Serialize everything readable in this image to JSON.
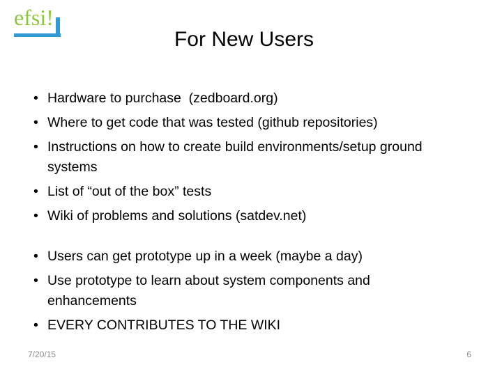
{
  "colors": {
    "logo_green": "#8DC63F",
    "logo_blue": "#2E9BD6",
    "text_color": "#000000",
    "footer_gray": "#8c8c8c",
    "bg": "#ffffff"
  },
  "slide": {
    "logo": {
      "text": "efsi!"
    },
    "title": "For New Users",
    "bullets_group1": [
      "Hardware to purchase  (zedboard.org)",
      "Where to get code that was tested (github repositories)",
      "Instructions on how to create build environments/setup ground systems",
      "List of “out of the box” tests",
      "Wiki of problems and solutions (satdev.net)"
    ],
    "bullets_group2": [
      "Users can get prototype up in a week (maybe a day)",
      "Use prototype to learn about system components and enhancements",
      "EVERY CONTRIBUTES TO THE WIKI"
    ],
    "footer": {
      "date": "7/20/15",
      "slide_number": "6"
    }
  }
}
